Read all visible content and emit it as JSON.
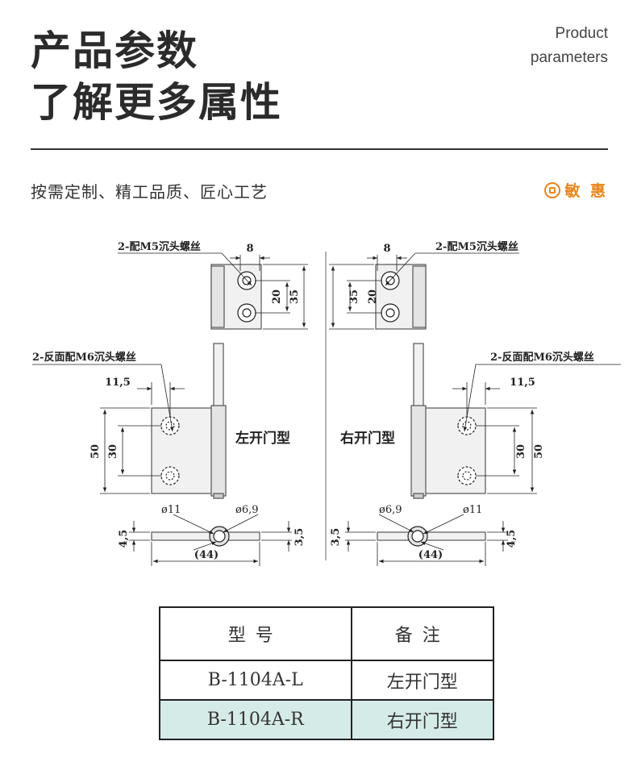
{
  "header": {
    "title_line1": "产品参数",
    "title_line2": "了解更多属性",
    "en_line1": "Product",
    "en_line2": "parameters"
  },
  "slogan": "按需定制、精工品质、匠心工艺",
  "brand": {
    "name": "敏 惠",
    "color": "#e8851c"
  },
  "drawing": {
    "left": {
      "screw_top": "2-配M5沉头螺丝",
      "screw_back": "2-反面配M6沉头螺丝",
      "dim_8": "8",
      "dim_20": "20",
      "dim_35": "35",
      "dim_11_5": "11,5",
      "dim_50": "50",
      "dim_30": "30",
      "type_label": "左开门型",
      "phi_11": "ø11",
      "phi_6_9": "ø6,9",
      "dim_4_5": "4,5",
      "dim_3_5": "3,5",
      "dim_44": "(44)"
    },
    "right": {
      "screw_top": "2-配M5沉头螺丝",
      "screw_back": "2-反面配M6沉头螺丝",
      "dim_8": "8",
      "dim_20": "20",
      "dim_35": "35",
      "dim_11_5": "11,5",
      "dim_50": "50",
      "dim_30": "30",
      "type_label": "右开门型",
      "phi_11": "ø11",
      "phi_6_9": "ø6,9",
      "dim_4_5": "4,5",
      "dim_3_5": "3,5",
      "dim_44": "(44)"
    }
  },
  "table": {
    "headers": [
      "型号",
      "备注"
    ],
    "rows": [
      {
        "model": "B-1104A-L",
        "note": "左开门型"
      },
      {
        "model": "B-1104A-R",
        "note": "右开门型"
      }
    ],
    "highlight_color": "#d5ebe7"
  }
}
